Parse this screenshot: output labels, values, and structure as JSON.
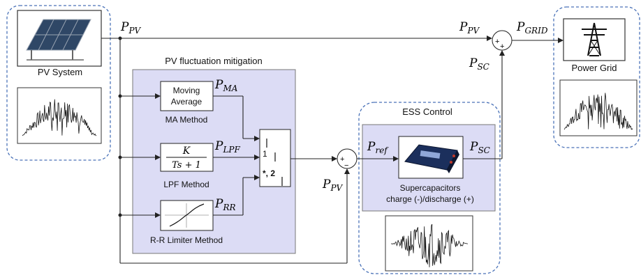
{
  "pv_system": {
    "label": "PV System"
  },
  "power_grid": {
    "label": "Power Grid"
  },
  "mitigation": {
    "title": "PV fluctuation mitigation"
  },
  "ess": {
    "title": "ESS Control",
    "device_line1": "Supercapacitors",
    "device_line2": "charge (-)/discharge (+)"
  },
  "blocks": {
    "ma_line1": "Moving",
    "ma_line2": "Average",
    "ma_caption": "MA Method",
    "lpf_num": "K",
    "lpf_den": "Ts + 1",
    "lpf_caption": "LPF Method",
    "rr_caption": "R-R Limiter Method"
  },
  "switch": {
    "in1": "1",
    "in2": "*, 2"
  },
  "signals": {
    "p_pv_top": "P",
    "p_pv_top_sub": "PV",
    "p_pv_right": "P",
    "p_pv_right_sub": "PV",
    "p_pv_bottom": "P",
    "p_pv_bottom_sub": "PV",
    "p_ma": "P",
    "p_ma_sub": "MA",
    "p_lpf": "P",
    "p_lpf_sub": "LPF",
    "p_rr": "P",
    "p_rr_sub": "RR",
    "p_ref": "P",
    "p_ref_sub": "ref",
    "p_sc_ess": "P",
    "p_sc_ess_sub": "SC",
    "p_sc_top": "P",
    "p_sc_top_sub": "SC",
    "p_grid": "P",
    "p_grid_sub": "GRID"
  },
  "sums": {
    "ess_plus": "+",
    "ess_minus": "−",
    "grid_plus_left": "+",
    "grid_plus_bottom": "+"
  },
  "colors": {
    "block_bg": "#dcdcf5",
    "dashed": "#4a72b8",
    "line": "#222222"
  }
}
